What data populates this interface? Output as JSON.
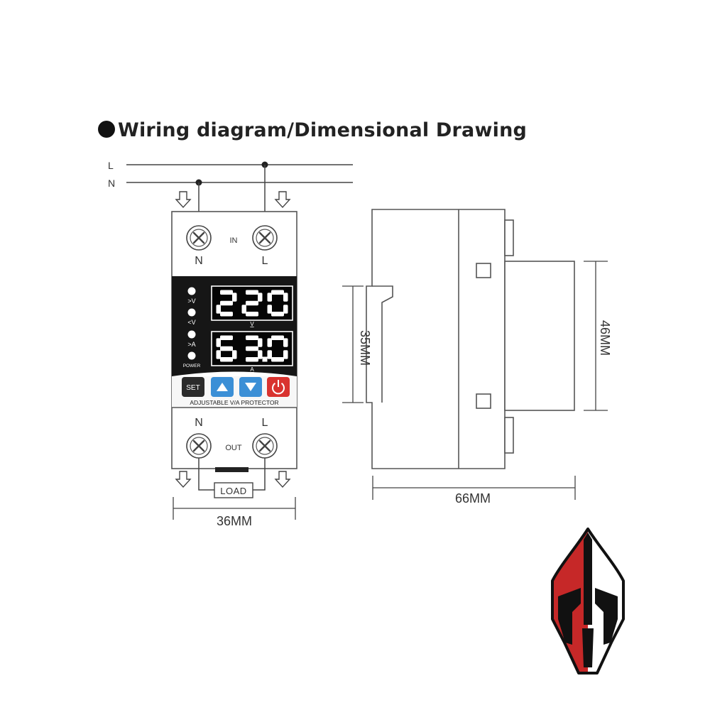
{
  "title": "Wiring diagram/Dimensional Drawing",
  "wiring": {
    "line_l": "L",
    "line_n": "N",
    "in_label": "IN",
    "out_label": "OUT",
    "in_terminals": [
      "N",
      "L"
    ],
    "out_terminals": [
      "N",
      "L"
    ],
    "load_label": "LOAD"
  },
  "device": {
    "display_voltage": "220",
    "display_current": "63.0",
    "unit_voltage": "V",
    "unit_current": "A",
    "indicators": [
      ">V",
      "<V",
      ">A",
      "POWER"
    ],
    "buttons": {
      "set": "SET",
      "up": "up-arrow-icon",
      "down": "down-arrow-icon",
      "power": "power-icon"
    },
    "nameplate": "ADJUSTABLE V/A PROTECTOR",
    "colors": {
      "display_bg": "#161616",
      "button_blue": "#3b8fd6",
      "button_red": "#d9332f",
      "button_dark": "#2b2b2b"
    }
  },
  "dimensions": {
    "width": "36MM",
    "depth": "66MM",
    "rail_height": "35MM",
    "front_height": "46MM"
  },
  "logo": {
    "icon": "spartan-helmet-logo",
    "colors": [
      "#c62828",
      "#111111",
      "#ffffff"
    ]
  }
}
